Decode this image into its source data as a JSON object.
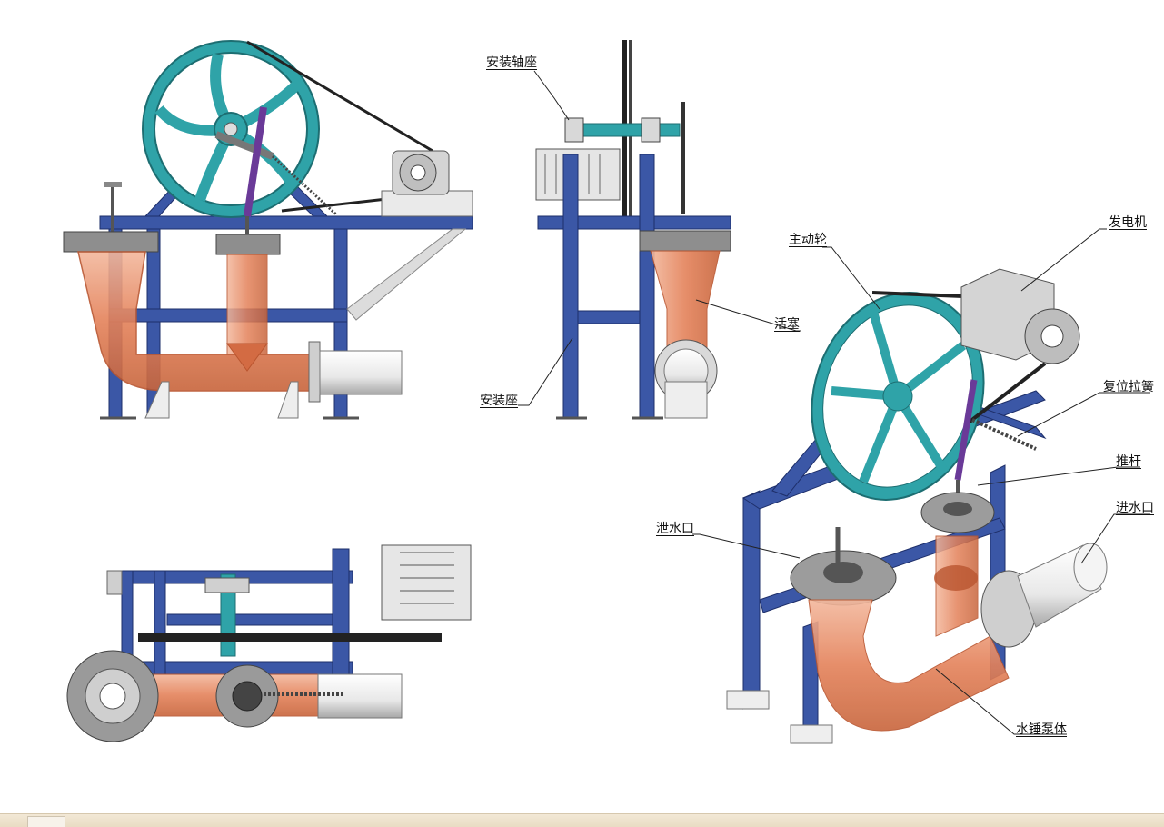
{
  "labels": {
    "mount_bearing_seat": "安装轴座",
    "mount_base": "安装座",
    "generator": "发电机",
    "drive_wheel": "主动轮",
    "piston": "活塞",
    "return_spring": "复位拉簧",
    "push_rod": "推杆",
    "drain_outlet": "泄水口",
    "water_inlet": "进水口",
    "ram_pump_body": "水锤泵体"
  },
  "colors": {
    "frame": "#3b57a6",
    "frame_dark": "#233a80",
    "wheel": "#2fa3a8",
    "wheel_dark": "#1d7479",
    "pipe": "#e4825a",
    "pipe_dark": "#b9552f",
    "flange": "#8e8e8e",
    "rod": "#6a3a98",
    "belt": "#222222",
    "white_pipe": "#ececec"
  }
}
